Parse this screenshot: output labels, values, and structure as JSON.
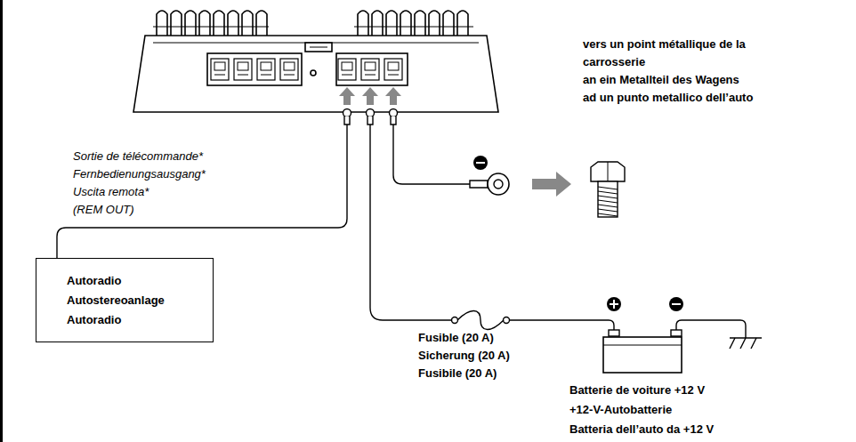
{
  "diagram": {
    "nodes": [
      {
        "text": [
          "Autoradio",
          "Autostereoanlage",
          "Autoradio"
        ]
      },
      {
        "text": [
          "Batterie de voiture +12 V",
          "+12-V-Autobatterie",
          "Batteria dell’auto da +12 V"
        ]
      }
    ],
    "labels": [
      "vers un point métallique de la carrosserie",
      "an ein Metallteil des Wagens",
      "ad un punto metallico dell’auto",
      "Sortie de télécommande*",
      "Fernbedienungsausgang*",
      "Uscita remota*",
      "(REM OUT)",
      "Fusible (20 A)",
      "Sicherung (20 A)",
      "Fusibile (20 A)"
    ]
  }
}
